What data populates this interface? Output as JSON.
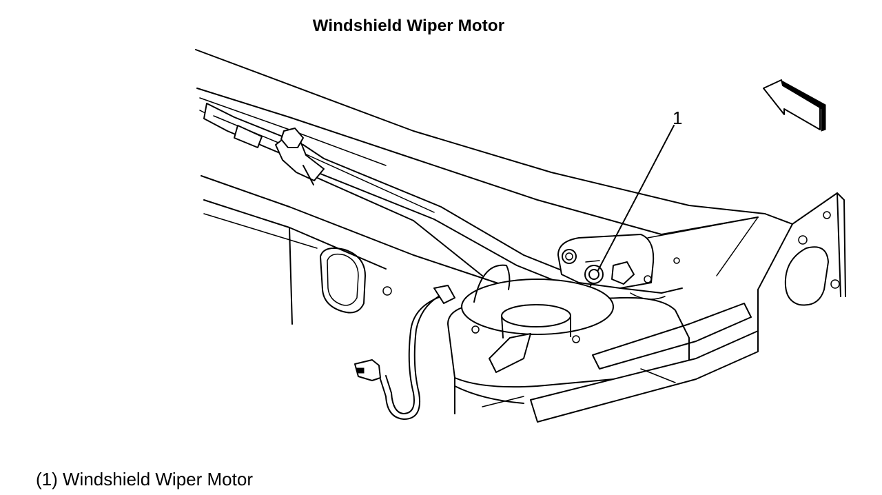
{
  "diagram": {
    "title": "Windshield Wiper Motor",
    "callout": "1",
    "legend": "(1) Windshield Wiper Motor",
    "direction_icon": "front-arrow-icon"
  }
}
